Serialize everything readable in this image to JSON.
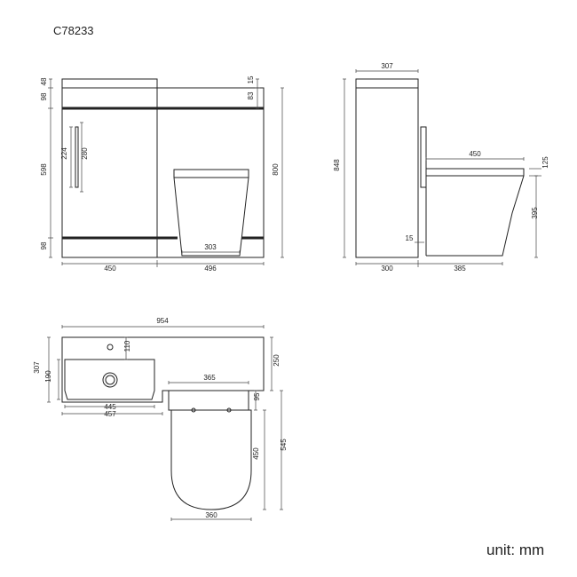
{
  "product_code": "C78233",
  "unit_label": "unit: mm",
  "colors": {
    "line": "#222222",
    "dimension": "#444444",
    "background": "#ffffff"
  },
  "front_view": {
    "dims": {
      "top_worktop": "48",
      "upper_band": "98",
      "cabinet_height": "598",
      "plinth": "98",
      "handle_inner": "224",
      "handle_outer": "280",
      "top_right_small": "15",
      "top_right_band": "83",
      "total_height": "800",
      "pan_width": "303",
      "left_width": "450",
      "right_width": "496"
    }
  },
  "side_view": {
    "dims": {
      "top_depth": "307",
      "total_height": "848",
      "pan_projection": "450",
      "seat_offset": "125",
      "seat_height": "395",
      "gap": "15",
      "cabinet_depth": "300",
      "pan_base": "385"
    }
  },
  "plan_view": {
    "dims": {
      "total_width": "954",
      "tap_offset": "110",
      "depth_right": "250",
      "basin_depth": "307",
      "bowl_depth": "190",
      "cistern_width": "365",
      "cistern_gap": "95",
      "inner_basin": "445",
      "outer_basin": "457",
      "seat_length": "450",
      "pan_length": "545",
      "seat_width": "360"
    }
  }
}
